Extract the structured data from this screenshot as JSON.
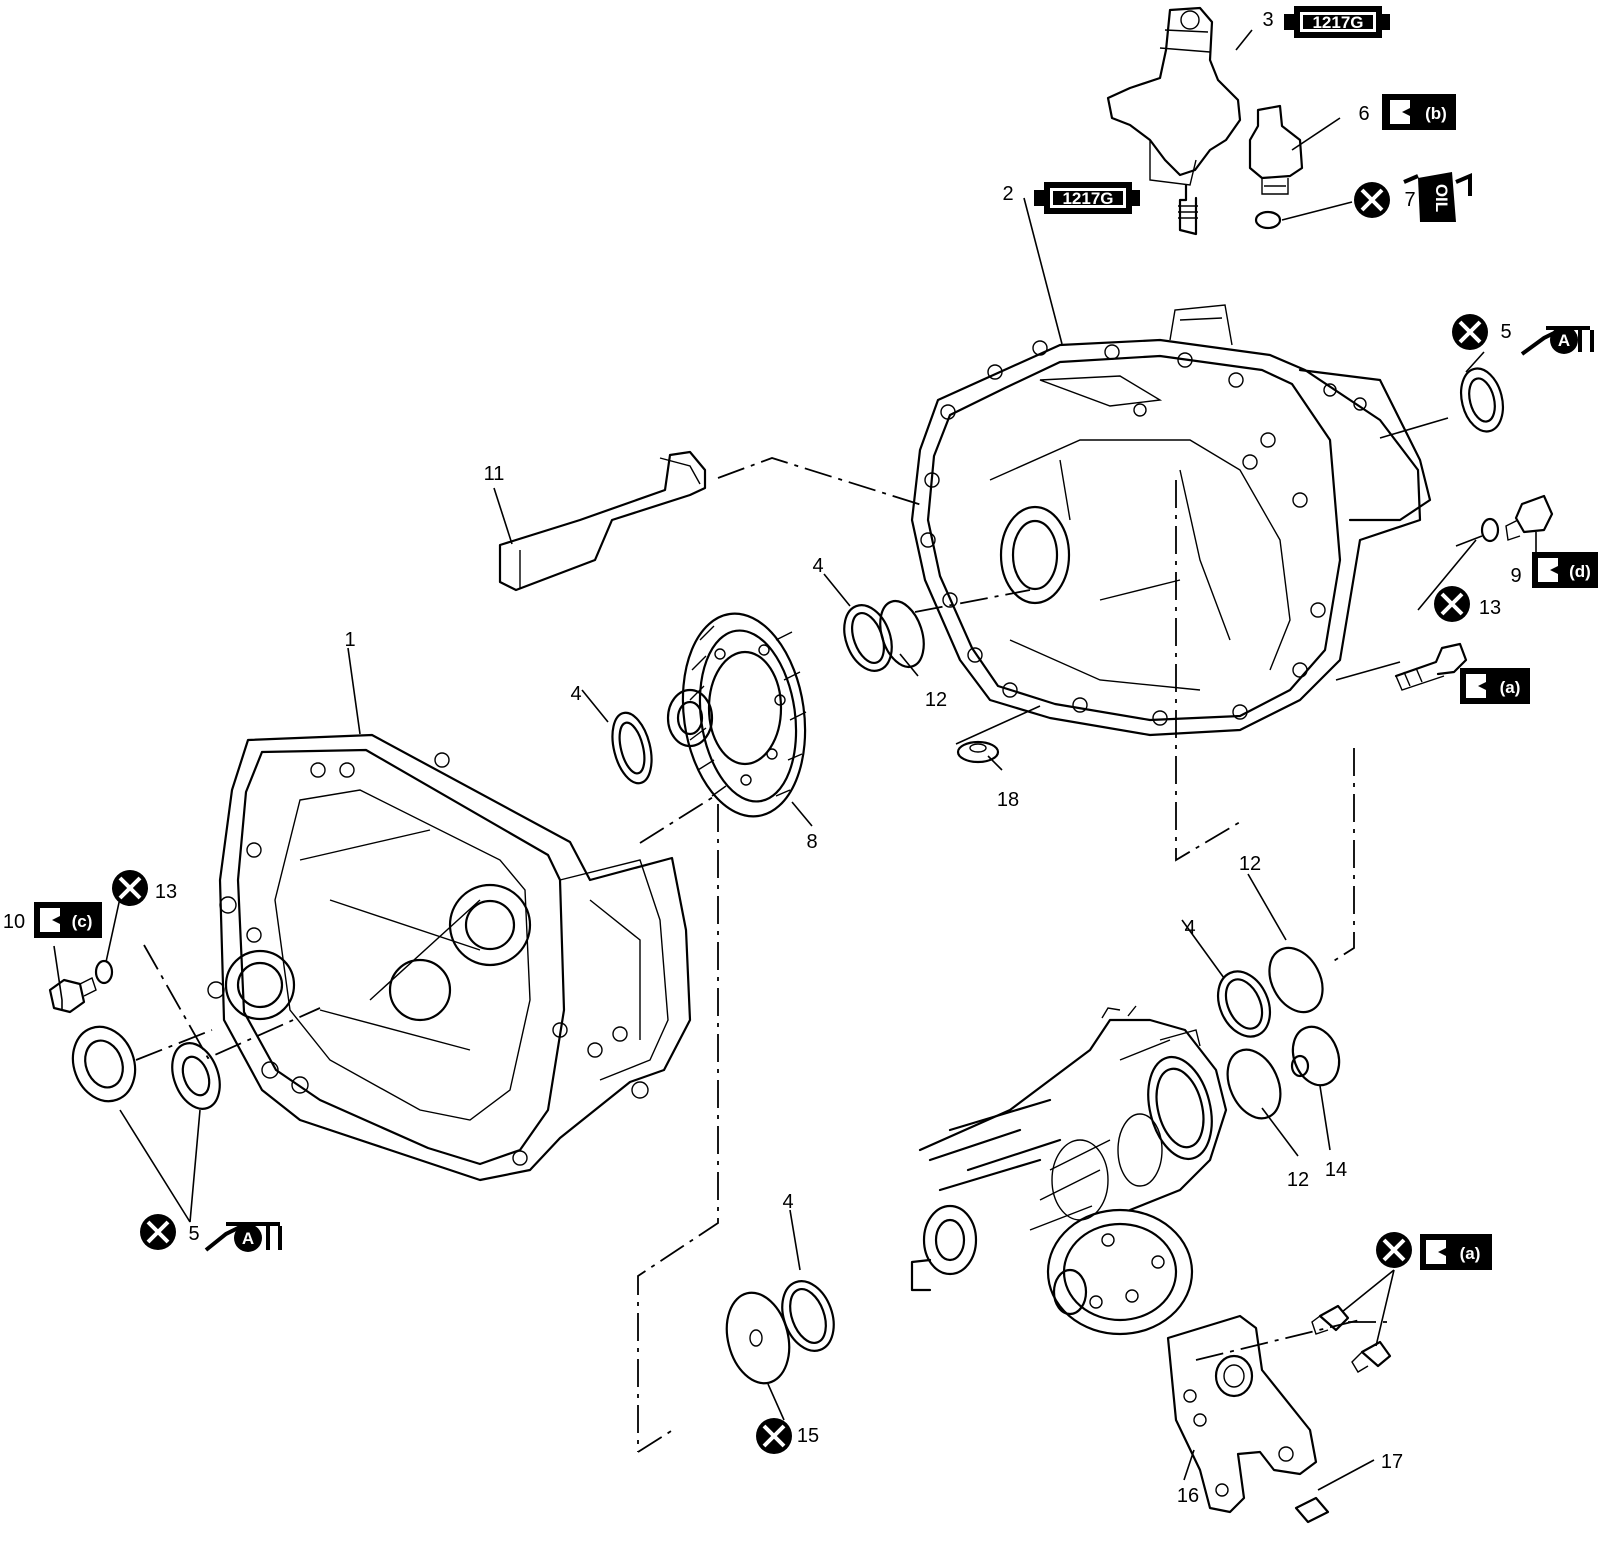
{
  "callouts": [
    {
      "id": "n1",
      "text": "1"
    },
    {
      "id": "n2",
      "text": "2"
    },
    {
      "id": "n3",
      "text": "3"
    },
    {
      "id": "n4a",
      "text": "4"
    },
    {
      "id": "n4b",
      "text": "4"
    },
    {
      "id": "n4c",
      "text": "4"
    },
    {
      "id": "n4d",
      "text": "4"
    },
    {
      "id": "n5a",
      "text": "5"
    },
    {
      "id": "n5b",
      "text": "5"
    },
    {
      "id": "n6",
      "text": "6"
    },
    {
      "id": "n7",
      "text": "7"
    },
    {
      "id": "n8",
      "text": "8"
    },
    {
      "id": "n9",
      "text": "9"
    },
    {
      "id": "n10",
      "text": "10"
    },
    {
      "id": "n11",
      "text": "11"
    },
    {
      "id": "n12a",
      "text": "12"
    },
    {
      "id": "n12b",
      "text": "12"
    },
    {
      "id": "n12c",
      "text": "12"
    },
    {
      "id": "n13a",
      "text": "13"
    },
    {
      "id": "n13b",
      "text": "13"
    },
    {
      "id": "n14",
      "text": "14"
    },
    {
      "id": "n15",
      "text": "15"
    },
    {
      "id": "n16",
      "text": "16"
    },
    {
      "id": "n17",
      "text": "17"
    },
    {
      "id": "n18",
      "text": "18"
    }
  ],
  "badges": {
    "sealant_code_2": "1217G",
    "sealant_code_3": "1217G",
    "torque_a_1": "(a)",
    "torque_a_2": "(a)",
    "torque_b": "(b)",
    "torque_c": "(c)",
    "torque_d": "(d)",
    "grease_a_1": "A",
    "grease_a_2": "A",
    "oil_label": "OIL"
  },
  "colors": {
    "line": "#000000",
    "background": "#ffffff",
    "badge": "#000000",
    "badge_text": "#ffffff"
  },
  "icons": [
    "sealant-tube-icon",
    "torque-wrench-icon",
    "do-not-reuse-icon",
    "grease-gun-icon",
    "oil-can-icon"
  ]
}
